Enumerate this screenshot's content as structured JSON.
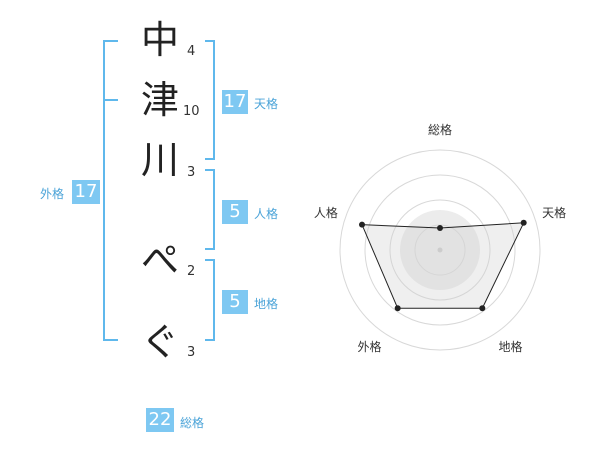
{
  "name_chars": [
    {
      "char": "中",
      "strokes": "4"
    },
    {
      "char": "津",
      "strokes": "10"
    },
    {
      "char": "川",
      "strokes": "3"
    },
    {
      "char": "ぺ",
      "strokes": "2"
    },
    {
      "char": "ぐ",
      "strokes": "3"
    }
  ],
  "kakusu": {
    "tenkaku": {
      "value": "17",
      "label": "天格"
    },
    "jinkaku": {
      "value": "5",
      "label": "人格"
    },
    "chikaku": {
      "value": "5",
      "label": "地格"
    },
    "gaikaku": {
      "value": "17",
      "label": "外格"
    },
    "soukaku": {
      "value": "22",
      "label": "総格"
    }
  },
  "radar": {
    "labels": [
      "総格",
      "天格",
      "地格",
      "外格",
      "人格"
    ],
    "values": [
      0.22,
      0.88,
      0.72,
      0.72,
      0.82
    ],
    "rings": 4,
    "colors": {
      "ring": "#d8d8d8",
      "fill": "#ececec",
      "line": "#222222",
      "inner_dot": "#cccccc"
    }
  },
  "colors": {
    "accent": "#7ec8f2",
    "accent_text": "#4aa3d8",
    "bracket": "#5fb8ec"
  }
}
